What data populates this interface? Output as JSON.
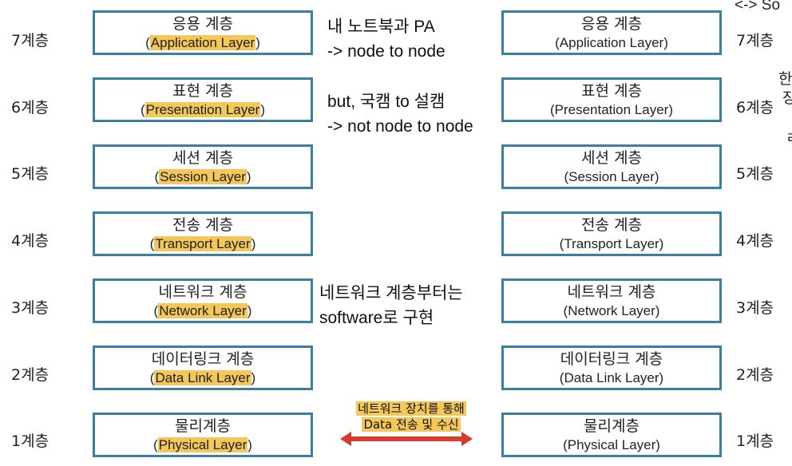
{
  "left_stack": {
    "levels": [
      "7계층",
      "6계층",
      "5계층",
      "4계층",
      "3계층",
      "2계층",
      "1계층"
    ],
    "layers": [
      {
        "ko": "응용 계층",
        "en": "Application Layer"
      },
      {
        "ko": "표현 계층",
        "en": "Presentation Layer"
      },
      {
        "ko": "세션 계층",
        "en": "Session Layer"
      },
      {
        "ko": "전송 계층",
        "en": "Transport Layer"
      },
      {
        "ko": "네트워크 계층",
        "en": "Network Layer"
      },
      {
        "ko": "데이터링크 계층",
        "en": "Data Link Layer"
      },
      {
        "ko": "물리계층",
        "en": "Physical Layer"
      }
    ]
  },
  "right_stack": {
    "levels": [
      "7계층",
      "6계층",
      "5계층",
      "4계층",
      "3계층",
      "2계층",
      "1계층"
    ],
    "layers": [
      {
        "ko": "응용 계층",
        "en": "(Application Layer)"
      },
      {
        "ko": "표현 계층",
        "en": "(Presentation Layer)"
      },
      {
        "ko": "세션 계층",
        "en": "(Session Layer)"
      },
      {
        "ko": "전송 계층",
        "en": "(Transport Layer)"
      },
      {
        "ko": "네트워크 계층",
        "en": "(Network Layer)"
      },
      {
        "ko": "데이터링크 계층",
        "en": "(Data Link Layer)"
      },
      {
        "ko": "물리계층",
        "en": "(Physical Layer)"
      }
    ]
  },
  "notes": {
    "node_line1": "내 노트북과 PA",
    "node_line2": "-> node to node",
    "not_node_line1": "but, 국캠 to 설캠",
    "not_node_line2": "-> not node to node",
    "software_line1": "네트워크 계층부터는",
    "software_line2": "software로 구현",
    "physical_line1": "네트워크 장치를 통해",
    "physical_line2": "Data 전송 및 수신"
  },
  "edge_fragments": {
    "top": "<-> So",
    "frag1": "한",
    "frag2": "장",
    "frag3": "ㄹ"
  },
  "colors": {
    "box_border": "#3a7ea1",
    "highlight": "#f3c75a",
    "arrow": "#d93a2b"
  }
}
